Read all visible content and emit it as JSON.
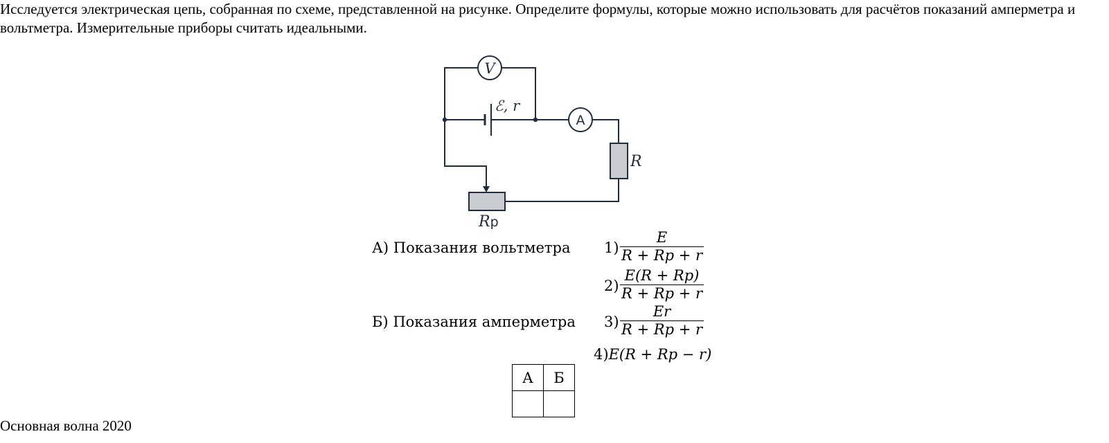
{
  "question_text": "Исследуется электрическая цепь, собранная по схеме, представленной на рисунке. Определите формулы, которые можно использовать для расчётов показаний амперметра и вольтметра. Измерительные приборы считать идеальными.",
  "circuit": {
    "voltmeter_label": "V",
    "ammeter_label": "A",
    "source_label": "ℰ, r",
    "resistor_label": "R",
    "rheostat_label": "Rp",
    "colors": {
      "wire": "#1f2d3d",
      "resistor_fill": "#c9ccd0"
    }
  },
  "quantities": [
    {
      "letter": "А)",
      "text": "Показания вольтметра"
    },
    {
      "letter": "Б)",
      "text": "Показания амперметра"
    }
  ],
  "formulas": [
    {
      "num": "1)",
      "numerator": "E",
      "denominator": "R + Rp + r"
    },
    {
      "num": "2)",
      "numerator": "E(R + Rp)",
      "denominator": "R + Rp + r"
    },
    {
      "num": "3)",
      "numerator": "Er",
      "denominator": "R + Rp + r"
    },
    {
      "num": "4)",
      "expression": "E(R + Rp − r)"
    }
  ],
  "answer_table": {
    "headers": [
      "А",
      "Б"
    ],
    "answers": [
      "",
      ""
    ]
  },
  "footer": "Основная волна 2020"
}
